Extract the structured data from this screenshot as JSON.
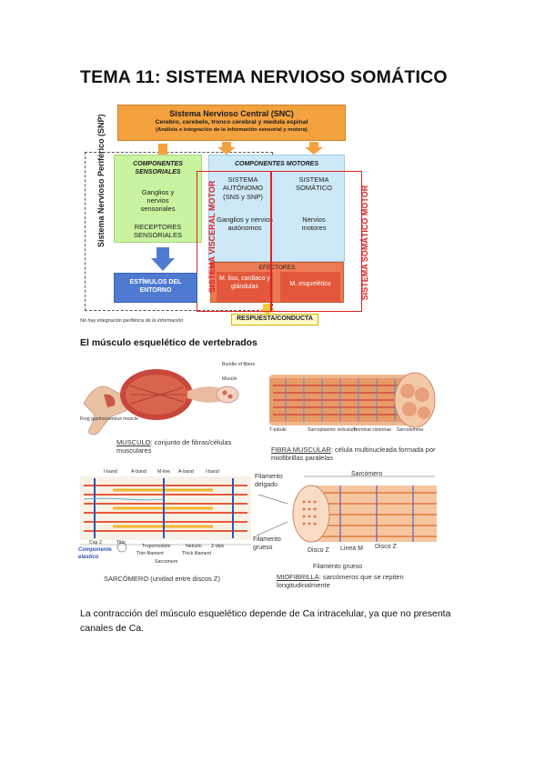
{
  "title": "TEMA 11: SISTEMA NERVIOSO SOMÁTICO",
  "diagram": {
    "snc_title": "Sistema Nervioso Central (SNC)",
    "snc_line1": "Cerebro, cerebelo, tronco cerebral y medula espinal",
    "snc_line2": "(Análisis e integración de la información sensorial y motora)",
    "snp_label": "Sistema Nervioso Periférico (SNP)",
    "sens_title": "COMPONENTES SENSORIALES",
    "sens_item1": "Ganglios y nervios sensoriales",
    "sens_item2": "RECEPTORES SENSORIALES",
    "mot_title": "COMPONENTES MOTORES",
    "auto_title": "SISTEMA AUTÓNOMO (SNS y SNP)",
    "auto_item": "Ganglios y nervios autónomos",
    "som_title": "SISTEMA SOMÁTICO",
    "som_item": "Nervios motores",
    "efect_title": "EFECTORES",
    "efect_liso": "M. liso, cardiaco y glándulas",
    "efect_esq": "M. esquelético",
    "visceral_label": "SISTEMA VISCERAL MOTOR",
    "somatic_label": "SISTEMA SOMÁTICO MOTOR",
    "estimulos": "ESTÍMULOS DEL ENTORNO",
    "respuesta": "RESPUESTA/CONDUCTA",
    "note": "No hay integración periférica de la información"
  },
  "subtitle": "El músculo esquelético de vertebrados",
  "figure": {
    "musculo_term": "MUSCULO",
    "musculo_desc": ": conjunto de fibras/células musculares",
    "fibra_term": "FIBRA MUSCULAR",
    "fibra_desc": ": célula multinucleada formada por miofibrillas paralelas",
    "sarcomero_cap": "SARCÓMERO (unidad entre discos Z)",
    "miofibrilla_term": "MIOFIBRILLA",
    "miofibrilla_desc": ": sarcómeros que se repiten longitudinalmente",
    "sarcomero_label": "Sarcómero",
    "filamento_delgado": "Filamento delgado",
    "filamento_grueso": "Filamento grueso",
    "filamento_grueso2": "Filamento grueso",
    "disco_z1": "Disco Z",
    "disco_z2": "Disco Z",
    "linea_m": "Linea M",
    "componente_elastico": "Componente elástico",
    "bands": [
      "I-band",
      "A-band",
      "M-line",
      "A-band",
      "I-band"
    ],
    "sarc_small": [
      "Cap Z",
      "Titin",
      "Tropomodulin",
      "Nebulin",
      "Z-disk",
      "Thin filament",
      "Thick filament",
      "Sarcomere"
    ],
    "fiber_small": [
      "T-tubule",
      "Sarcoplasmic reticulum",
      "Terminal cisternae",
      "Sarcolemma"
    ],
    "muscle_small": [
      "Bundle of fibers",
      "Muscle",
      "Frog gastrocnemius muscle"
    ]
  },
  "paragraph": "La contracción del músculo esquelético depende de Ca intracelular, ya que no presenta canales de Ca.",
  "colors": {
    "snc": "#f4a23f",
    "sensorial": "#c9f3a0",
    "motor": "#cde9f7",
    "efectores": "#ec7a52",
    "estimulos": "#4f7ad1",
    "red_outline": "#dd2222"
  }
}
